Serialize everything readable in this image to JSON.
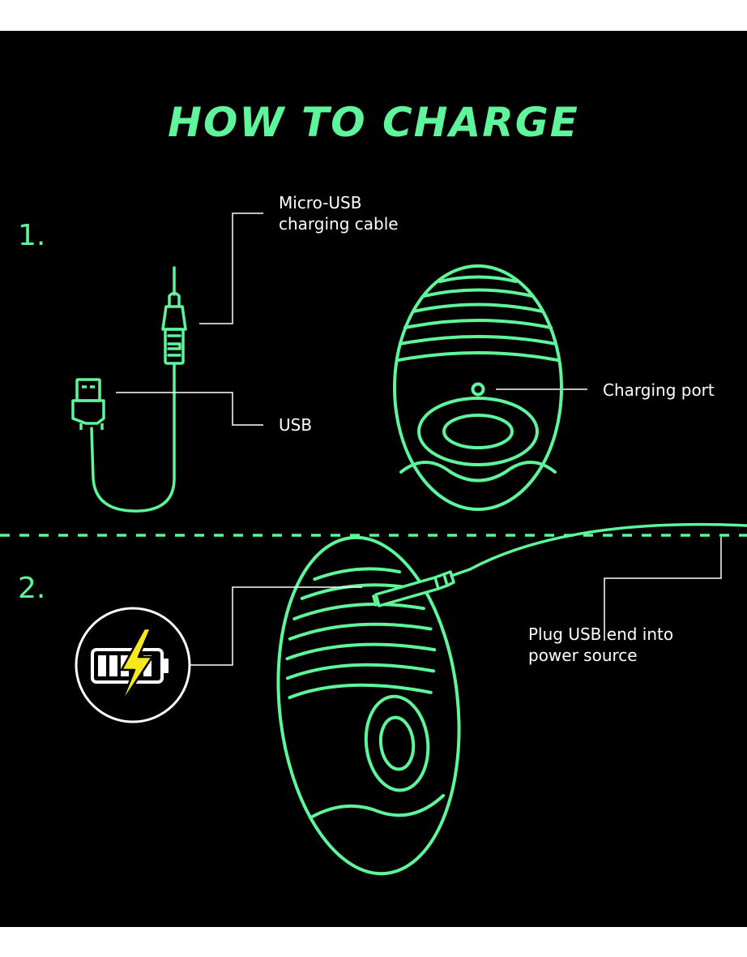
{
  "title": "HOW TO CHARGE",
  "colors": {
    "accent": "#5ff59a",
    "background": "#000000",
    "text": "#ffffff",
    "bolt": "#f5e81c"
  },
  "steps": [
    {
      "number": "1.",
      "labels": {
        "micro_usb": [
          "Micro-USB",
          "charging cable"
        ],
        "usb": "USB",
        "charging_port": "Charging port"
      }
    },
    {
      "number": "2.",
      "labels": {
        "plug": [
          "Plug USB end into",
          "power source"
        ]
      },
      "icon": "battery-charging-icon"
    }
  ]
}
